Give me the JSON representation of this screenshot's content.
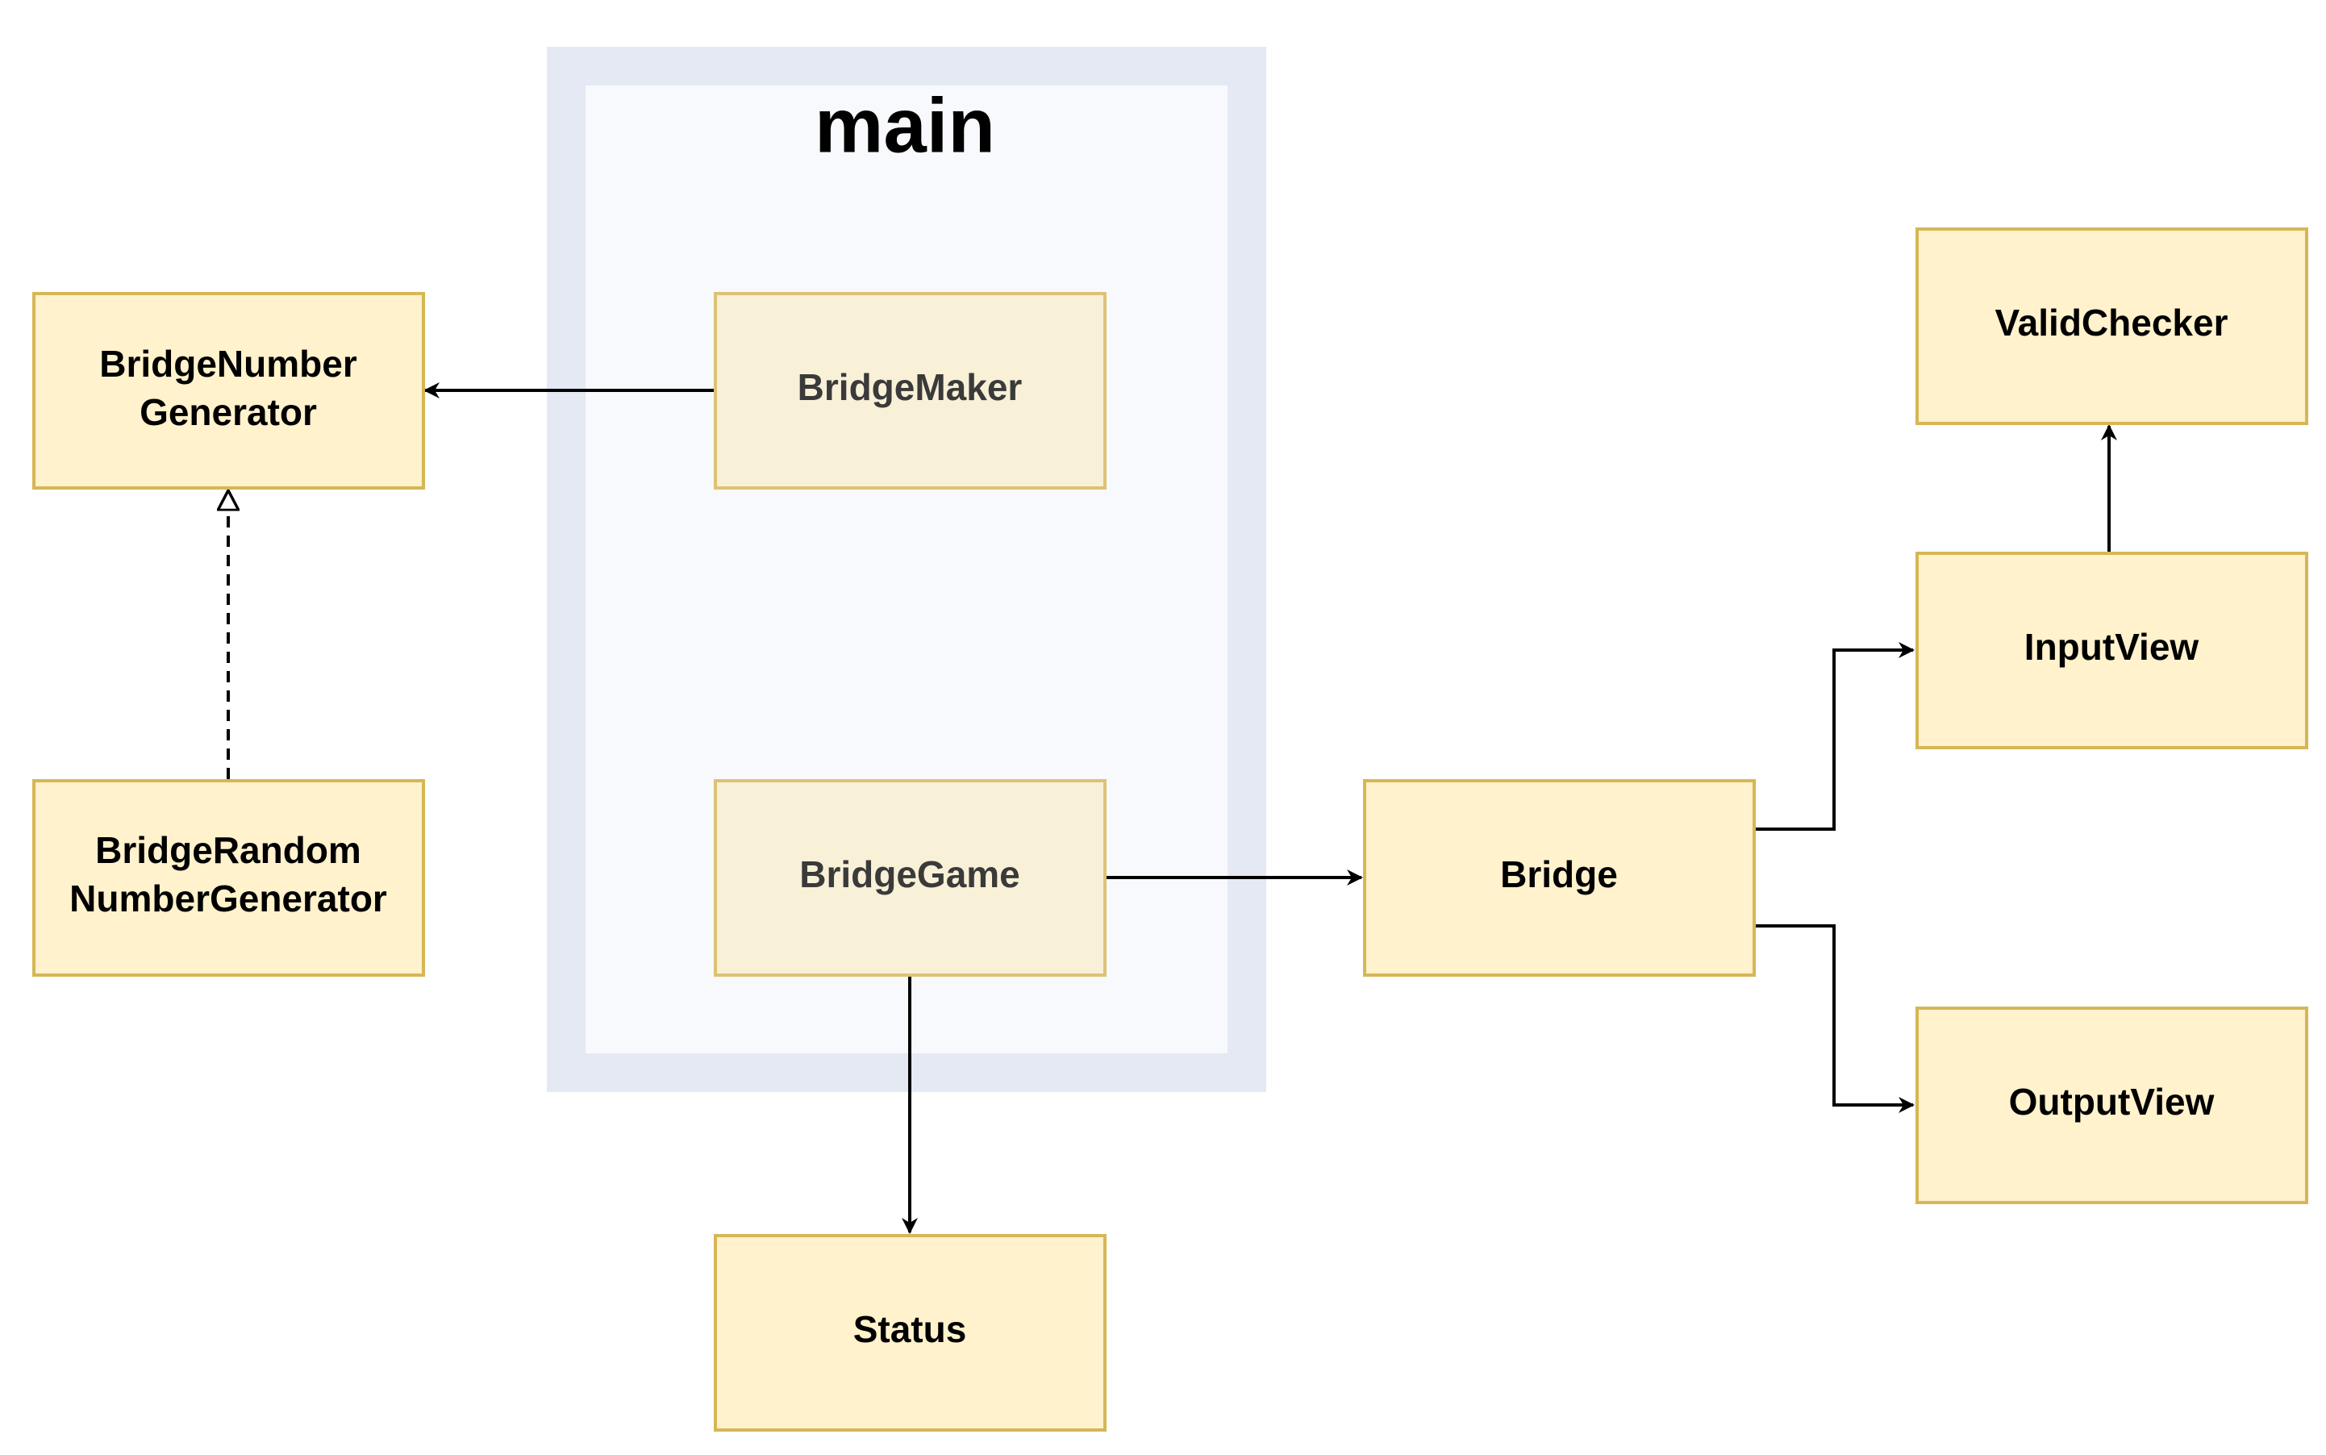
{
  "colors": {
    "box_fill": "#fff2cc",
    "box_stroke": "#d6b656",
    "inner_box_fill": "#f8f0d7",
    "inner_box_text": "#3a3a3a",
    "container_outer": "#e4e9f3",
    "container_inner": "#f8f9fd",
    "edge": "#000000",
    "text": "#000000"
  },
  "container": {
    "title": "main"
  },
  "nodes": {
    "bridge_number_generator": {
      "lines": [
        "BridgeNumber",
        "Generator"
      ]
    },
    "bridge_random_number_generator": {
      "lines": [
        "BridgeRandom",
        "NumberGenerator"
      ]
    },
    "bridge_maker": {
      "lines": [
        "BridgeMaker"
      ]
    },
    "bridge_game": {
      "lines": [
        "BridgeGame"
      ]
    },
    "status": {
      "lines": [
        "Status"
      ]
    },
    "bridge": {
      "lines": [
        "Bridge"
      ]
    },
    "input_view": {
      "lines": [
        "InputView"
      ]
    },
    "output_view": {
      "lines": [
        "OutputView"
      ]
    },
    "valid_checker": {
      "lines": [
        "ValidChecker"
      ]
    }
  },
  "edges": [
    {
      "from": "bridge_maker",
      "to": "bridge_number_generator",
      "style": "solid",
      "arrow": "open"
    },
    {
      "from": "bridge_random_number_generator",
      "to": "bridge_number_generator",
      "style": "dashed",
      "arrow": "hollow-triangle"
    },
    {
      "from": "bridge_game",
      "to": "bridge",
      "style": "solid",
      "arrow": "open"
    },
    {
      "from": "bridge_game",
      "to": "status",
      "style": "solid",
      "arrow": "open"
    },
    {
      "from": "bridge",
      "to": "input_view",
      "style": "solid",
      "arrow": "open"
    },
    {
      "from": "bridge",
      "to": "output_view",
      "style": "solid",
      "arrow": "open"
    },
    {
      "from": "input_view",
      "to": "valid_checker",
      "style": "solid",
      "arrow": "open"
    }
  ]
}
